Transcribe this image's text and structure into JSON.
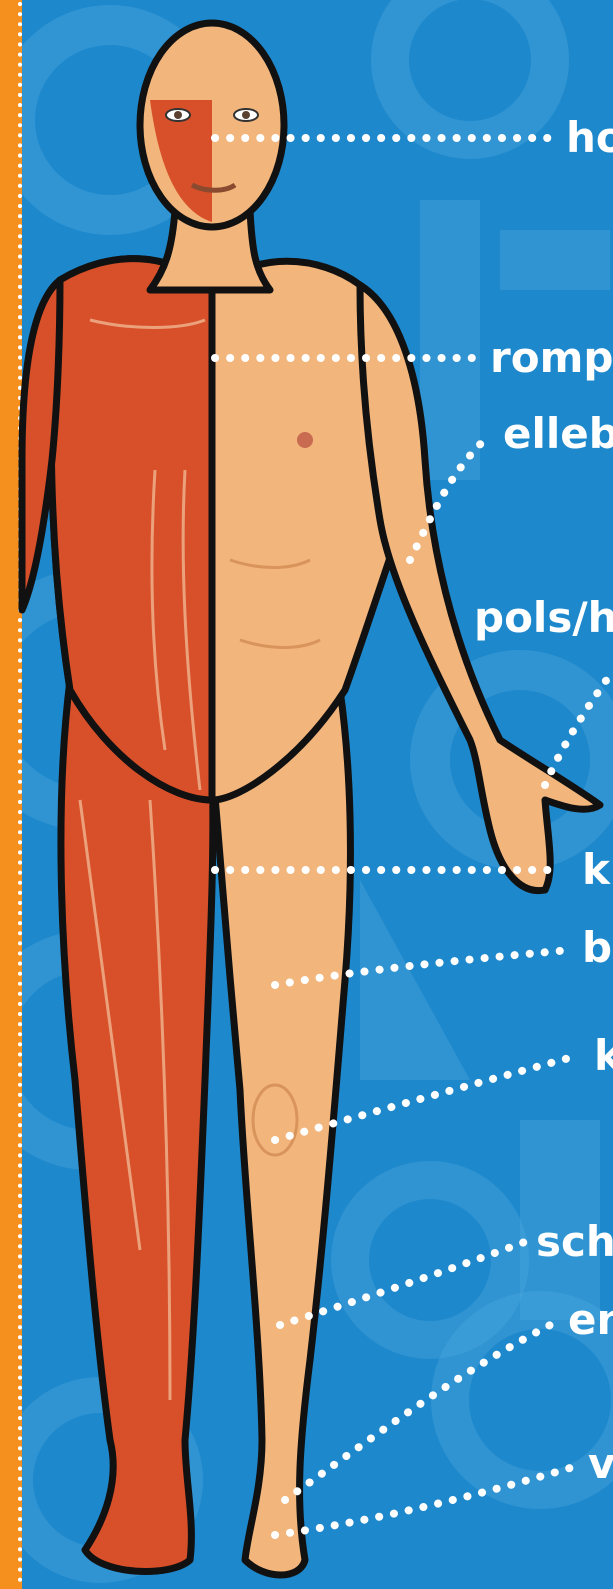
{
  "colors": {
    "background": "#1e88cc",
    "background_numbers": "#4aa7dc",
    "accent_strip": "#f5901e",
    "skin": "#f2b57c",
    "skin_shade": "#d8945a",
    "muscle": "#d8502a",
    "muscle_light": "#f0b590",
    "outline": "#111111",
    "leader_dots": "#ffffff",
    "label_text": "#ffffff"
  },
  "labels": [
    {
      "id": "hoofd",
      "text": "ho"
    },
    {
      "id": "romp",
      "text": "romp/"
    },
    {
      "id": "elleboog",
      "text": "elleb"
    },
    {
      "id": "pols",
      "text": "pols/h"
    },
    {
      "id": "kruis",
      "text": "k"
    },
    {
      "id": "bovenbeen",
      "text": "b"
    },
    {
      "id": "knie",
      "text": "k"
    },
    {
      "id": "scheen",
      "text": "sch"
    },
    {
      "id": "enkel",
      "text": "en"
    },
    {
      "id": "voet",
      "text": "v"
    }
  ]
}
